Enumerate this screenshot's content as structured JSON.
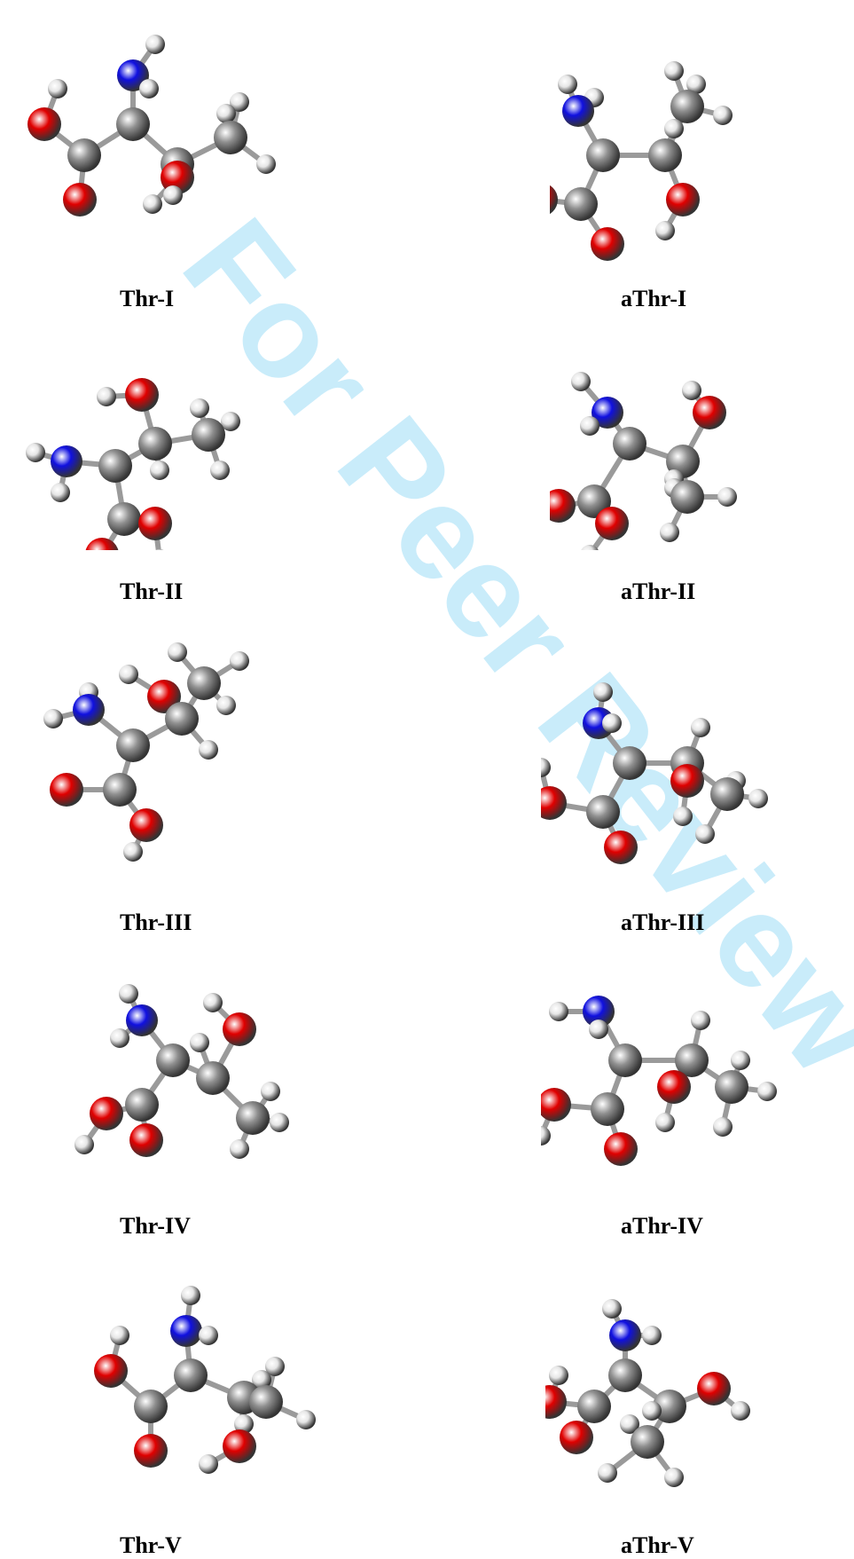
{
  "watermark": {
    "text": "For Peer Review",
    "color": "#c9ecfa"
  },
  "colors": {
    "carbon": "#8f8f8f",
    "oxygen": "#e00000",
    "nitrogen": "#1010e0",
    "hydrogen": "#e6e6e6",
    "bond": "#9a9a9a"
  },
  "molecules": [
    {
      "label": "Thr-I"
    },
    {
      "label": "aThr-I"
    },
    {
      "label": "Thr-II"
    },
    {
      "label": "aThr-II"
    },
    {
      "label": "Thr-III"
    },
    {
      "label": "aThr-III"
    },
    {
      "label": "Thr-IV"
    },
    {
      "label": "aThr-IV"
    },
    {
      "label": "Thr-V"
    },
    {
      "label": "aThr-V"
    }
  ]
}
